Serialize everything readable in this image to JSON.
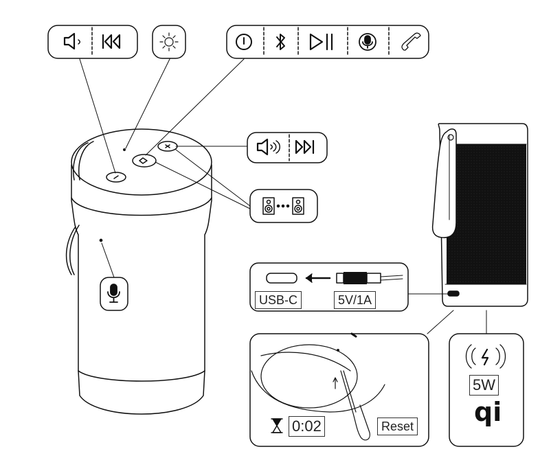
{
  "ports": {
    "usb_label": "USB-C",
    "power_label": "5V/1A"
  },
  "reset": {
    "duration": "0:02",
    "label": "Reset"
  },
  "wireless_charging": {
    "power": "5W",
    "logo": "qi"
  },
  "icons": {
    "group1": [
      "volume-down-icon",
      "previous-track-icon"
    ],
    "group2": [
      "light-icon"
    ],
    "group3": [
      "power-icon",
      "bluetooth-icon",
      "play-pause-icon",
      "microphone-icon",
      "phone-icon"
    ],
    "group4": [
      "volume-up-icon",
      "next-track-icon"
    ],
    "group5": [
      "stereo-pair-icon"
    ],
    "group6": [
      "microphone-icon"
    ]
  }
}
